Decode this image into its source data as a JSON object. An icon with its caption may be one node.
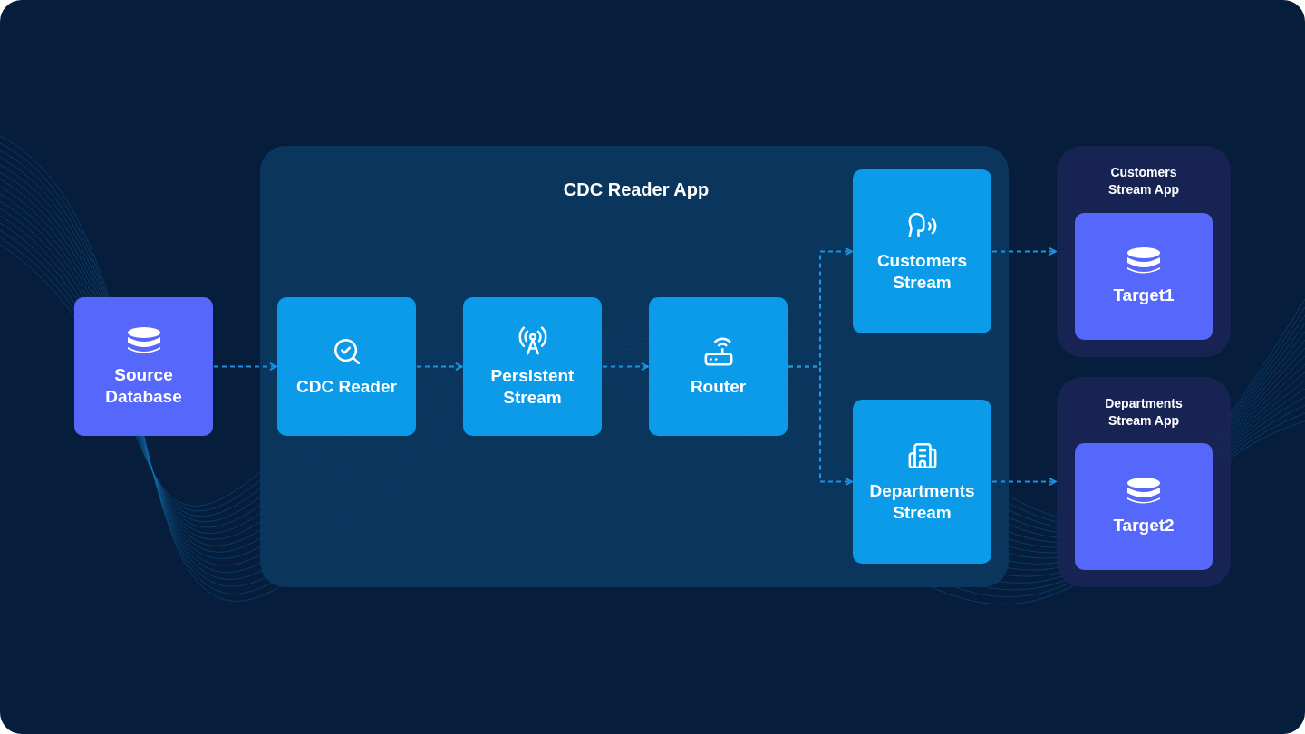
{
  "diagram": {
    "nodes": [
      {
        "text": [
          "Source Database"
        ]
      },
      {
        "text": [
          "CDC Reader App"
        ]
      },
      {
        "text": [
          "CDC Reader"
        ],
        "in": 1
      },
      {
        "text": [
          "Persistent Stream"
        ],
        "in": 1
      },
      {
        "text": [
          "Router"
        ],
        "in": 1
      },
      {
        "text": [
          "Customers Stream"
        ],
        "in": 1
      },
      {
        "text": [
          "Departments Stream"
        ],
        "in": 1
      },
      {
        "text": [
          "Customers Stream App"
        ]
      },
      {
        "text": [
          "Target1"
        ],
        "in": 7
      },
      {
        "text": [
          "Departments Stream App"
        ]
      },
      {
        "text": [
          "Target2"
        ],
        "in": 9
      }
    ],
    "edges": [
      {
        "from": 0,
        "to": 2,
        "arrow": "to",
        "style": "dashed"
      },
      {
        "from": 2,
        "to": 3,
        "arrow": "to",
        "style": "dashed"
      },
      {
        "from": 3,
        "to": 4,
        "arrow": "to",
        "style": "dashed"
      },
      {
        "from": 4,
        "to": 5,
        "arrow": "to",
        "style": "dashed"
      },
      {
        "from": 4,
        "to": 6,
        "arrow": "to",
        "style": "dashed"
      },
      {
        "from": 5,
        "to": 7,
        "arrow": "to",
        "style": "dashed"
      },
      {
        "from": 6,
        "to": 9,
        "arrow": "to",
        "style": "dashed"
      }
    ]
  }
}
